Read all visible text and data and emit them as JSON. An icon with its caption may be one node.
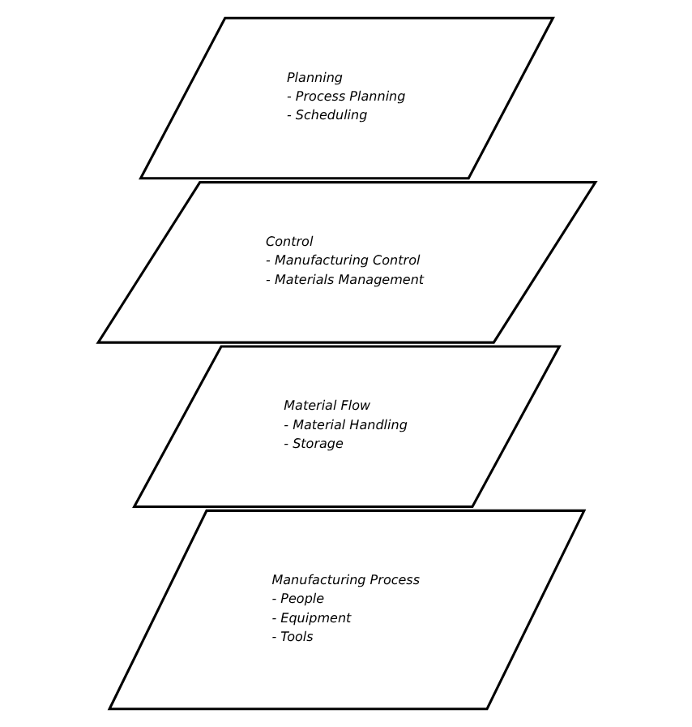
{
  "diagram": {
    "nodes": [
      {
        "text": [
          "Planning",
          "- Process Planning",
          "- Scheduling"
        ]
      },
      {
        "text": [
          "Control",
          "- Manufacturing Control",
          "- Materials Management"
        ]
      },
      {
        "text": [
          "Material Flow",
          "- Material Handling",
          "- Storage"
        ]
      },
      {
        "text": [
          "Manufacturing Process",
          "- People",
          "- Equipment",
          "- Tools"
        ]
      }
    ]
  }
}
